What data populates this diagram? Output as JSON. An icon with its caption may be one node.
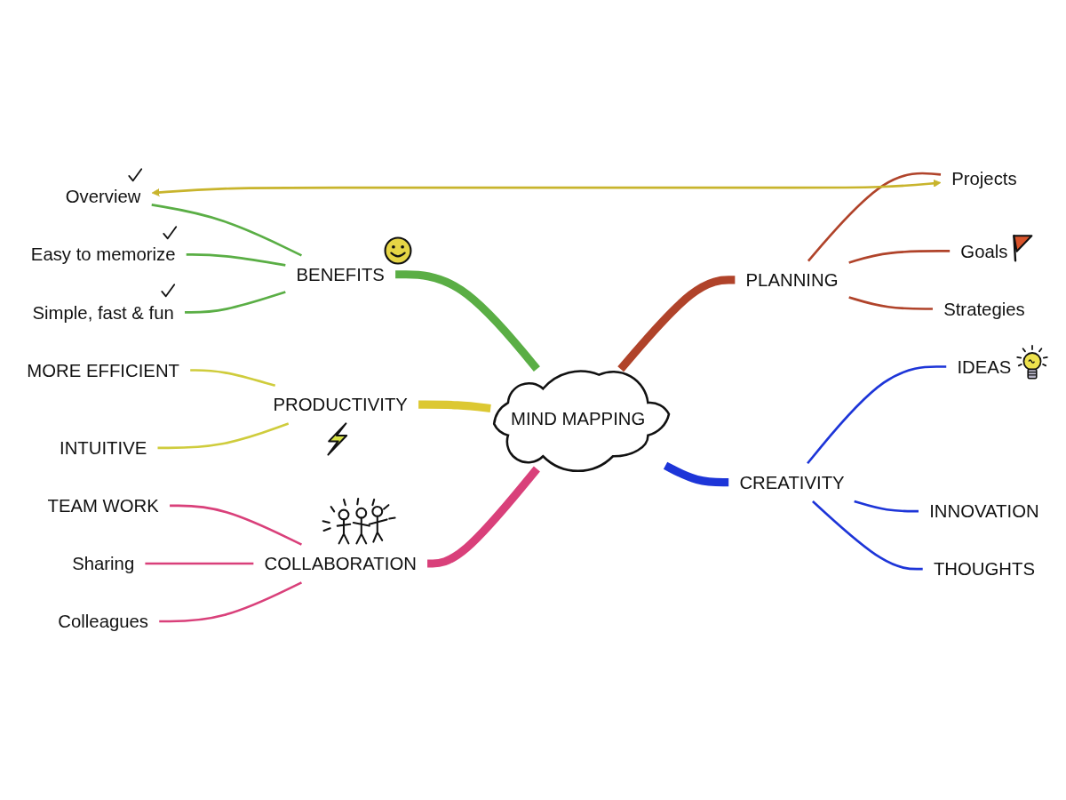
{
  "diagram": {
    "nodes": [
      {
        "text": [
          "MIND MAPPING"
        ]
      },
      {
        "text": [
          "BENEFITS"
        ]
      },
      {
        "text": [
          "Overview"
        ]
      },
      {
        "text": [
          "Easy to memorize"
        ]
      },
      {
        "text": [
          "Simple, fast & fun"
        ]
      },
      {
        "text": [
          "PLANNING"
        ]
      },
      {
        "text": [
          "Projects"
        ]
      },
      {
        "text": [
          "Goals"
        ]
      },
      {
        "text": [
          "Strategies"
        ]
      },
      {
        "text": [
          "CREATIVITY"
        ]
      },
      {
        "text": [
          "IDEAS"
        ]
      },
      {
        "text": [
          "INNOVATION"
        ]
      },
      {
        "text": [
          "THOUGHTS"
        ]
      },
      {
        "text": [
          "PRODUCTIVITY"
        ]
      },
      {
        "text": [
          "MORE EFFICIENT"
        ]
      },
      {
        "text": [
          "INTUITIVE"
        ]
      },
      {
        "text": [
          "COLLABORATION"
        ]
      },
      {
        "text": [
          "TEAM WORK"
        ]
      },
      {
        "text": [
          "Sharing"
        ]
      },
      {
        "text": [
          "Colleagues"
        ]
      }
    ],
    "edges": [
      {
        "from": 1,
        "to": 0,
        "arrow": "none",
        "style": "thick",
        "color": "#5aae45"
      },
      {
        "from": 2,
        "to": 1,
        "arrow": "none",
        "color": "#5aae45"
      },
      {
        "from": 3,
        "to": 1,
        "arrow": "none",
        "color": "#5aae45"
      },
      {
        "from": 4,
        "to": 1,
        "arrow": "none",
        "color": "#5aae45"
      },
      {
        "from": 0,
        "to": 5,
        "arrow": "none",
        "style": "thick",
        "color": "#b0432a"
      },
      {
        "from": 5,
        "to": 6,
        "arrow": "none",
        "color": "#b0432a"
      },
      {
        "from": 5,
        "to": 7,
        "arrow": "none",
        "color": "#b0432a"
      },
      {
        "from": 5,
        "to": 8,
        "arrow": "none",
        "color": "#b0432a"
      },
      {
        "from": 0,
        "to": 9,
        "arrow": "none",
        "style": "thick",
        "color": "#1d35d8"
      },
      {
        "from": 9,
        "to": 10,
        "arrow": "none",
        "color": "#1d35d8"
      },
      {
        "from": 9,
        "to": 11,
        "arrow": "none",
        "color": "#1d35d8"
      },
      {
        "from": 9,
        "to": 12,
        "arrow": "none",
        "color": "#1d35d8"
      },
      {
        "from": 13,
        "to": 0,
        "arrow": "none",
        "style": "thick",
        "color": "#dcc832"
      },
      {
        "from": 14,
        "to": 13,
        "arrow": "none",
        "color": "#cfcc3c"
      },
      {
        "from": 15,
        "to": 13,
        "arrow": "none",
        "color": "#cfcc3c"
      },
      {
        "from": 16,
        "to": 0,
        "arrow": "none",
        "style": "thick",
        "color": "#d9407a"
      },
      {
        "from": 17,
        "to": 16,
        "arrow": "none",
        "color": "#d9407a"
      },
      {
        "from": 18,
        "to": 16,
        "arrow": "none",
        "color": "#d9407a"
      },
      {
        "from": 19,
        "to": 16,
        "arrow": "none",
        "color": "#d9407a"
      },
      {
        "from": 2,
        "to": 6,
        "arrow": "both",
        "color": "#c8b42c"
      }
    ]
  }
}
